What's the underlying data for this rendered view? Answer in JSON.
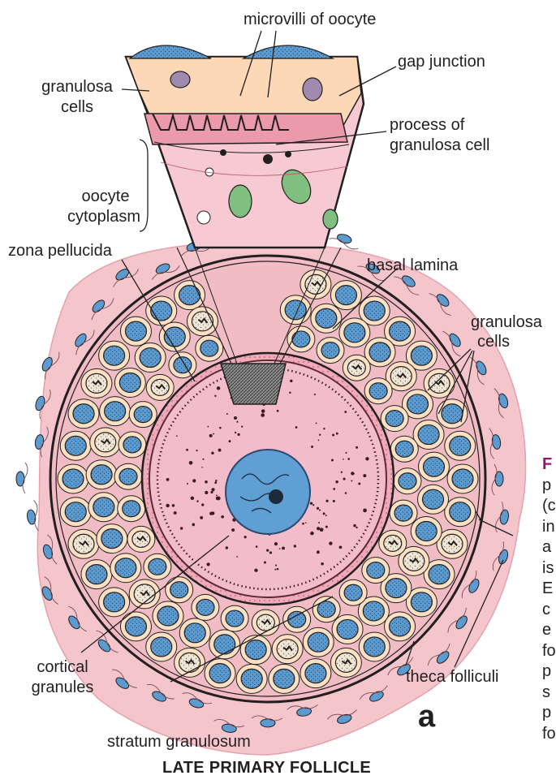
{
  "labels": {
    "microvilli": "microvilli of oocyte",
    "gap_junction": "gap junction",
    "granulosa_top_1": "granulosa",
    "granulosa_top_2": "cells",
    "process_1": "process of",
    "process_2": "granulosa cell",
    "oocyte_1": "oocyte",
    "oocyte_2": "cytoplasm",
    "zona": "zona pellucida",
    "basal": "basal lamina",
    "granulosa_right_1": "granulosa",
    "granulosa_right_2": "cells",
    "cortical_1": "cortical",
    "cortical_2": "granules",
    "theca": "theca folliculi",
    "stratum": "stratum granulosum"
  },
  "panel_letter": "a",
  "title": "LATE PRIMARY FOLLICLE",
  "caption": {
    "fig_letter": "F",
    "lines": [
      "p",
      "(c",
      "in",
      "a",
      "is",
      "E",
      "c",
      "e",
      "fo",
      "p",
      "s",
      "p",
      "fo"
    ]
  },
  "colors": {
    "stroma": "#f4c6cc",
    "granulosa_cytoplasm": "#f2bcc4",
    "cell_boundary": "#fbe0c4",
    "nucleus_blue": "#5b9bd0",
    "nucleus_speckled": "#efe6d6",
    "zona": "#e98e9f",
    "oocyte": "#f2bccb",
    "oocyte_nucleus": "#5f9fd4",
    "mitochondria": "#7fbf7f",
    "zona_dark_band": "#e07c92"
  }
}
